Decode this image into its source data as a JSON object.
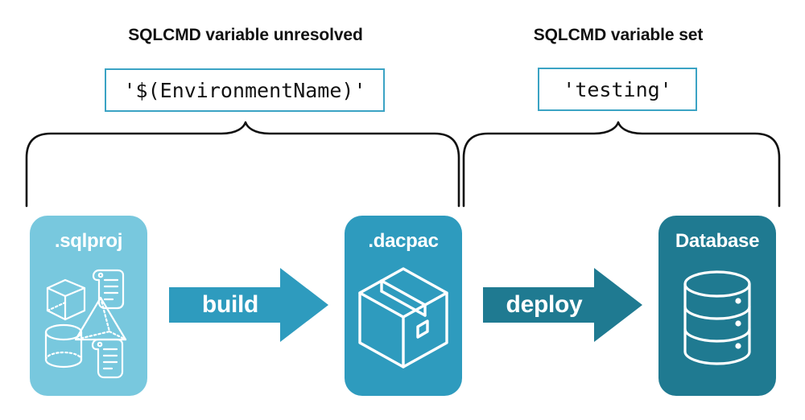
{
  "headings": {
    "left": "SQLCMD variable unresolved",
    "right": "SQLCMD variable set"
  },
  "code_values": {
    "left": "'$(EnvironmentName)'",
    "right": "'testing'"
  },
  "artifacts": [
    {
      "label": ".sqlproj",
      "color": "#78c8de",
      "icons": "cube-icon, scroll-icon, pyramid-icon, cylinder-icon, scroll-icon"
    },
    {
      "label": ".dacpac",
      "color": "#2e9bbe",
      "icons": "package-box-icon"
    },
    {
      "label": "Database",
      "color": "#1f7a91",
      "icons": "database-cylinder-icon"
    }
  ],
  "arrows": [
    {
      "label": "build",
      "color": "#2e9bbe"
    },
    {
      "label": "deploy",
      "color": "#1f7a91"
    }
  ],
  "colors": {
    "light_blue": "#78c8de",
    "medium_teal": "#2e9bbe",
    "dark_teal": "#1f7a91",
    "border_teal": "#3ba3c4",
    "brace_black": "#111111",
    "white": "#ffffff"
  }
}
